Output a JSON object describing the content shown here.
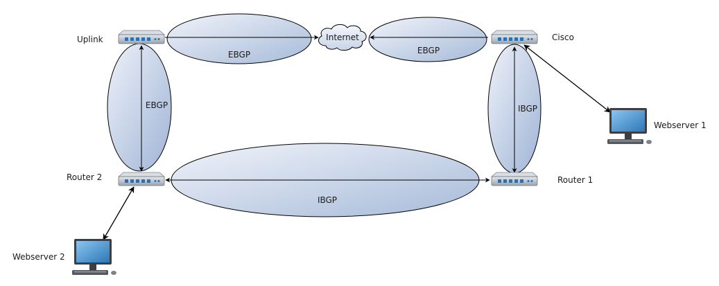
{
  "diagram": {
    "nodes": {
      "uplink": {
        "label": "Uplink",
        "type": "router"
      },
      "cisco": {
        "label": "Cisco",
        "type": "router"
      },
      "router2": {
        "label": "Router 2",
        "type": "router"
      },
      "router1": {
        "label": "Router 1",
        "type": "router"
      },
      "internet": {
        "label": "Internet",
        "type": "cloud"
      },
      "webserver1": {
        "label": "Webserver 1",
        "type": "workstation"
      },
      "webserver2": {
        "label": "Webserver 2",
        "type": "workstation"
      }
    },
    "sessions": {
      "uplink_internet": {
        "label": "EBGP"
      },
      "cisco_internet": {
        "label": "EBGP"
      },
      "uplink_router2": {
        "label": "EBGP"
      },
      "cisco_router1": {
        "label": "IBGP"
      },
      "router2_router1": {
        "label": "IBGP"
      }
    },
    "links": [
      {
        "from": "Uplink",
        "to": "Internet",
        "session": "EBGP"
      },
      {
        "from": "Cisco",
        "to": "Internet",
        "session": "EBGP"
      },
      {
        "from": "Uplink",
        "to": "Router 2",
        "session": "EBGP"
      },
      {
        "from": "Cisco",
        "to": "Router 1",
        "session": "IBGP"
      },
      {
        "from": "Router 2",
        "to": "Router 1",
        "session": "IBGP"
      },
      {
        "from": "Cisco",
        "to": "Webserver 1"
      },
      {
        "from": "Router 2",
        "to": "Webserver 2"
      }
    ],
    "colors": {
      "ellipse_light": "#eef2f9",
      "ellipse_dark": "#a9bcdc",
      "router_body": "#c9d0d8",
      "port_blue": "#2f6fae",
      "monitor_screen": "#4a97d3",
      "line": "#000000"
    }
  }
}
